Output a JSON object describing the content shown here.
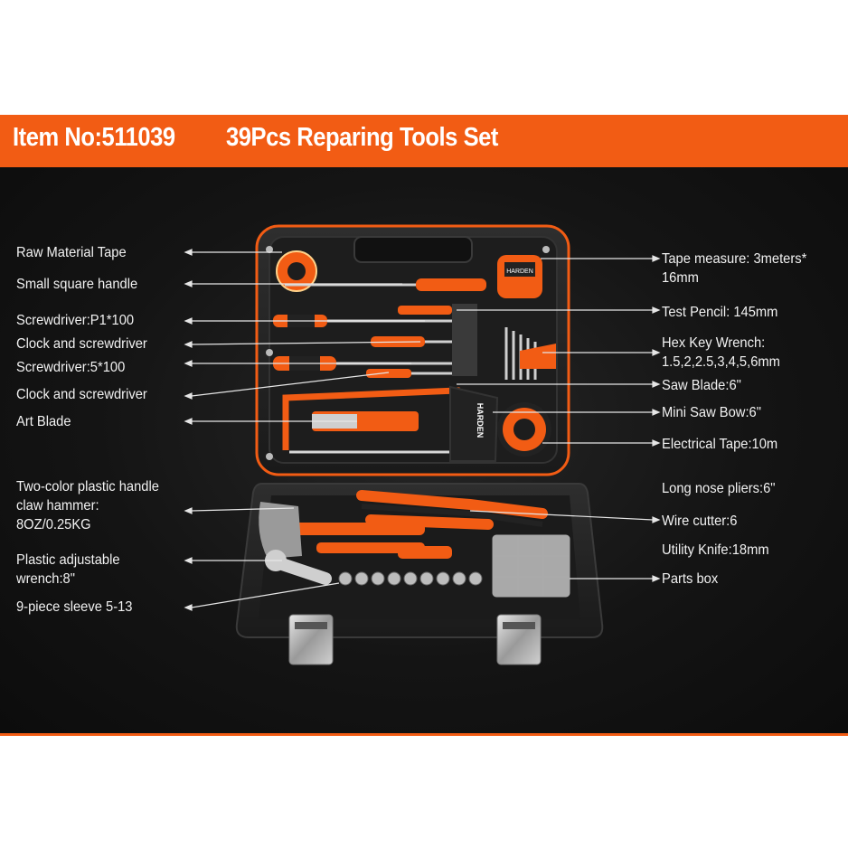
{
  "banner": {
    "item_no": "Item No:511039",
    "title": "39Pcs Reparing Tools Set",
    "color": "#f25c14"
  },
  "labels_left": [
    "Raw Material Tape",
    "Small square handle",
    "Screwdriver:P1*100",
    "Clock and screwdriver",
    "Screwdriver:5*100",
    "Clock and screwdriver",
    "Art Blade",
    "Two-color plastic handle",
    "claw hammer:",
    "8OZ/0.25KG",
    "Plastic adjustable",
    "wrench:8\"",
    "9-piece sleeve 5-13"
  ],
  "labels_right": [
    "Tape measure: 3meters*",
    "16mm",
    "Test Pencil: 145mm",
    "Hex Key Wrench:",
    "1.5,2,2.5,3,4,5,6mm",
    "Saw Blade:6\"",
    "Mini Saw Bow:6\"",
    "Electrical Tape:10m",
    "Long nose pliers:6\"",
    "Wire cutter:6",
    "Utility Knife:18mm",
    "Parts box"
  ],
  "brand": {
    "name": "HARDEN"
  }
}
